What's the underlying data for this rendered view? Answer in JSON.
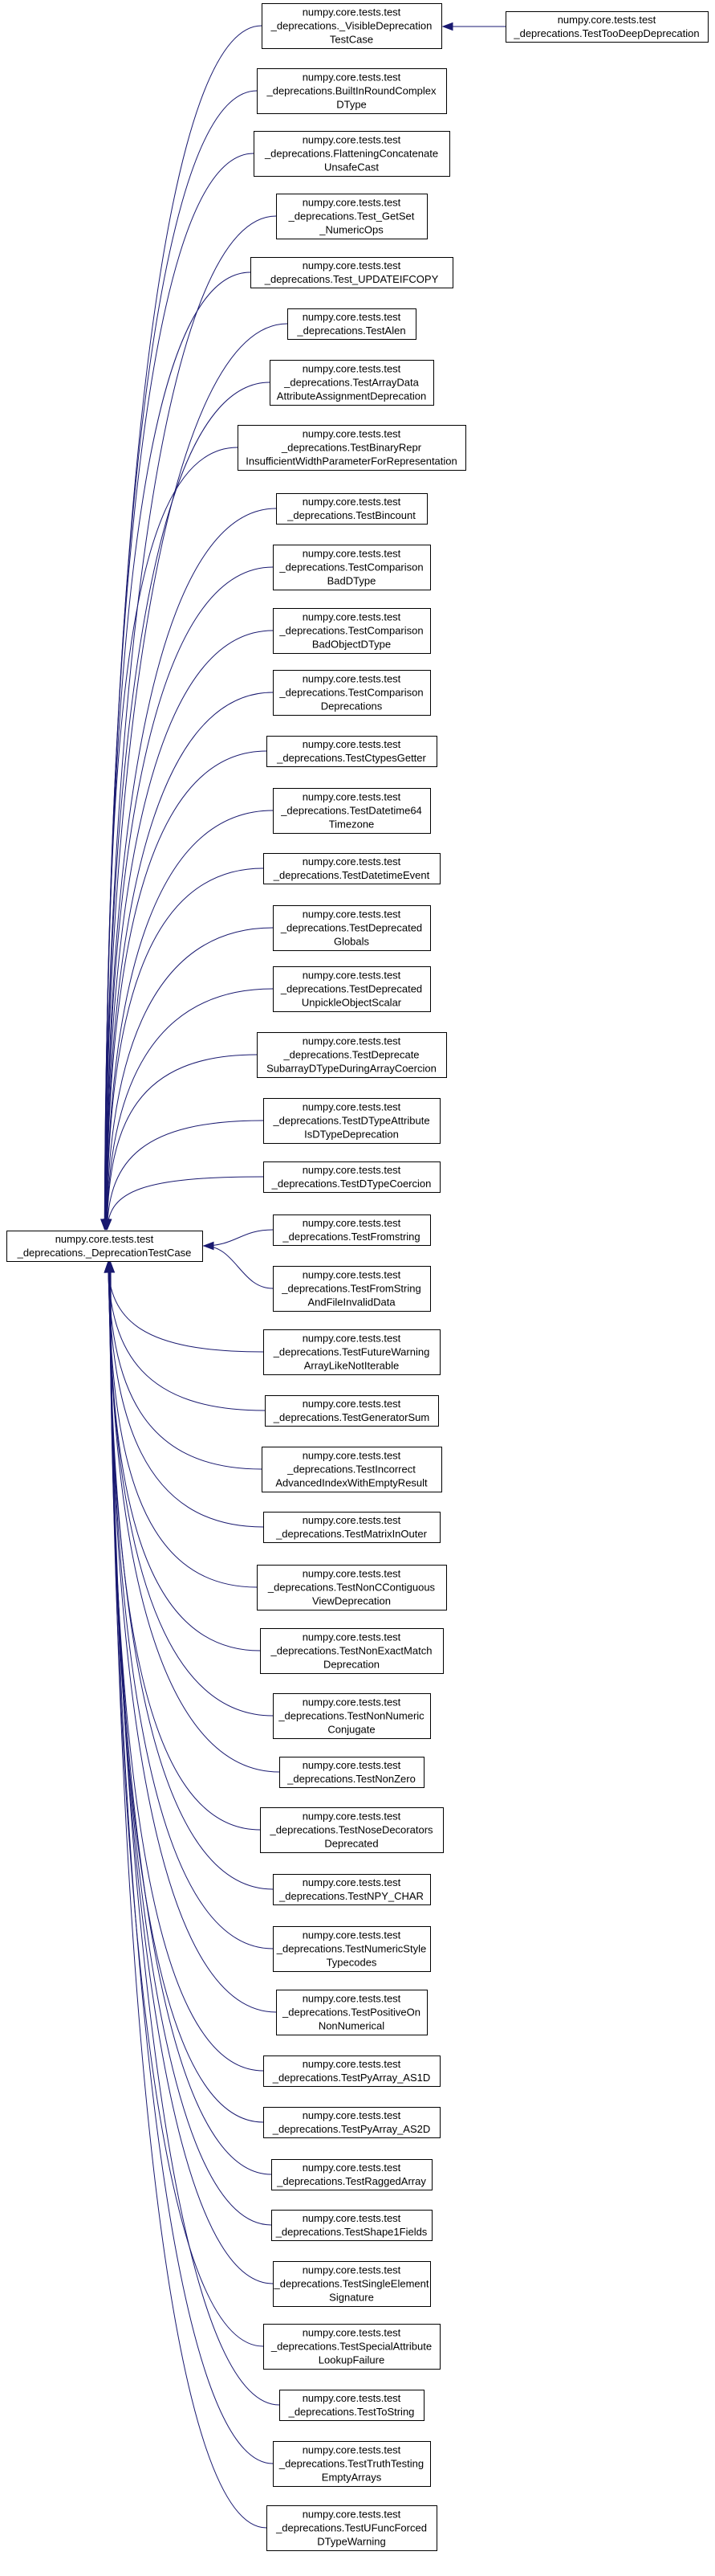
{
  "base": {
    "lines": [
      "numpy.core.tests.test",
      "_deprecations._DeprecationTestCase"
    ]
  },
  "visible_child": {
    "lines": [
      "numpy.core.tests.test",
      "_deprecations._VisibleDeprecation",
      "TestCase"
    ]
  },
  "grandchild": {
    "lines": [
      "numpy.core.tests.test",
      "_deprecations.TestTooDeepDeprecation"
    ]
  },
  "children": [
    {
      "lines": [
        "numpy.core.tests.test",
        "_deprecations.BuiltInRoundComplex",
        "DType"
      ]
    },
    {
      "lines": [
        "numpy.core.tests.test",
        "_deprecations.FlatteningConcatenate",
        "UnsafeCast"
      ]
    },
    {
      "lines": [
        "numpy.core.tests.test",
        "_deprecations.Test_GetSet",
        "_NumericOps"
      ]
    },
    {
      "lines": [
        "numpy.core.tests.test",
        "_deprecations.Test_UPDATEIFCOPY"
      ]
    },
    {
      "lines": [
        "numpy.core.tests.test",
        "_deprecations.TestAlen"
      ]
    },
    {
      "lines": [
        "numpy.core.tests.test",
        "_deprecations.TestArrayData",
        "AttributeAssignmentDeprecation"
      ]
    },
    {
      "lines": [
        "numpy.core.tests.test",
        "_deprecations.TestBinaryRepr",
        "InsufficientWidthParameterForRepresentation"
      ]
    },
    {
      "lines": [
        "numpy.core.tests.test",
        "_deprecations.TestBincount"
      ]
    },
    {
      "lines": [
        "numpy.core.tests.test",
        "_deprecations.TestComparison",
        "BadDType"
      ]
    },
    {
      "lines": [
        "numpy.core.tests.test",
        "_deprecations.TestComparison",
        "BadObjectDType"
      ]
    },
    {
      "lines": [
        "numpy.core.tests.test",
        "_deprecations.TestComparison",
        "Deprecations"
      ]
    },
    {
      "lines": [
        "numpy.core.tests.test",
        "_deprecations.TestCtypesGetter"
      ]
    },
    {
      "lines": [
        "numpy.core.tests.test",
        "_deprecations.TestDatetime64",
        "Timezone"
      ]
    },
    {
      "lines": [
        "numpy.core.tests.test",
        "_deprecations.TestDatetimeEvent"
      ]
    },
    {
      "lines": [
        "numpy.core.tests.test",
        "_deprecations.TestDeprecated",
        "Globals"
      ]
    },
    {
      "lines": [
        "numpy.core.tests.test",
        "_deprecations.TestDeprecated",
        "UnpickleObjectScalar"
      ]
    },
    {
      "lines": [
        "numpy.core.tests.test",
        "_deprecations.TestDeprecate",
        "SubarrayDTypeDuringArrayCoercion"
      ]
    },
    {
      "lines": [
        "numpy.core.tests.test",
        "_deprecations.TestDTypeAttribute",
        "IsDTypeDeprecation"
      ]
    },
    {
      "lines": [
        "numpy.core.tests.test",
        "_deprecations.TestDTypeCoercion"
      ]
    },
    {
      "lines": [
        "numpy.core.tests.test",
        "_deprecations.TestFromstring"
      ]
    },
    {
      "lines": [
        "numpy.core.tests.test",
        "_deprecations.TestFromString",
        "AndFileInvalidData"
      ]
    },
    {
      "lines": [
        "numpy.core.tests.test",
        "_deprecations.TestFutureWarning",
        "ArrayLikeNotIterable"
      ]
    },
    {
      "lines": [
        "numpy.core.tests.test",
        "_deprecations.TestGeneratorSum"
      ]
    },
    {
      "lines": [
        "numpy.core.tests.test",
        "_deprecations.TestIncorrect",
        "AdvancedIndexWithEmptyResult"
      ]
    },
    {
      "lines": [
        "numpy.core.tests.test",
        "_deprecations.TestMatrixInOuter"
      ]
    },
    {
      "lines": [
        "numpy.core.tests.test",
        "_deprecations.TestNonCContiguous",
        "ViewDeprecation"
      ]
    },
    {
      "lines": [
        "numpy.core.tests.test",
        "_deprecations.TestNonExactMatch",
        "Deprecation"
      ]
    },
    {
      "lines": [
        "numpy.core.tests.test",
        "_deprecations.TestNonNumeric",
        "Conjugate"
      ]
    },
    {
      "lines": [
        "numpy.core.tests.test",
        "_deprecations.TestNonZero"
      ]
    },
    {
      "lines": [
        "numpy.core.tests.test",
        "_deprecations.TestNoseDecorators",
        "Deprecated"
      ]
    },
    {
      "lines": [
        "numpy.core.tests.test",
        "_deprecations.TestNPY_CHAR"
      ]
    },
    {
      "lines": [
        "numpy.core.tests.test",
        "_deprecations.TestNumericStyle",
        "Typecodes"
      ]
    },
    {
      "lines": [
        "numpy.core.tests.test",
        "_deprecations.TestPositiveOn",
        "NonNumerical"
      ]
    },
    {
      "lines": [
        "numpy.core.tests.test",
        "_deprecations.TestPyArray_AS1D"
      ]
    },
    {
      "lines": [
        "numpy.core.tests.test",
        "_deprecations.TestPyArray_AS2D"
      ]
    },
    {
      "lines": [
        "numpy.core.tests.test",
        "_deprecations.TestRaggedArray"
      ]
    },
    {
      "lines": [
        "numpy.core.tests.test",
        "_deprecations.TestShape1Fields"
      ]
    },
    {
      "lines": [
        "numpy.core.tests.test",
        "_deprecations.TestSingleElement",
        "Signature"
      ]
    },
    {
      "lines": [
        "numpy.core.tests.test",
        "_deprecations.TestSpecialAttribute",
        "LookupFailure"
      ]
    },
    {
      "lines": [
        "numpy.core.tests.test",
        "_deprecations.TestToString"
      ]
    },
    {
      "lines": [
        "numpy.core.tests.test",
        "_deprecations.TestTruthTesting",
        "EmptyArrays"
      ]
    },
    {
      "lines": [
        "numpy.core.tests.test",
        "_deprecations.TestUFuncForced",
        "DTypeWarning"
      ]
    }
  ],
  "colors": {
    "edge": "#191970",
    "node_border": "#000000",
    "node_fill": "#ffffff",
    "text": "#000000"
  }
}
